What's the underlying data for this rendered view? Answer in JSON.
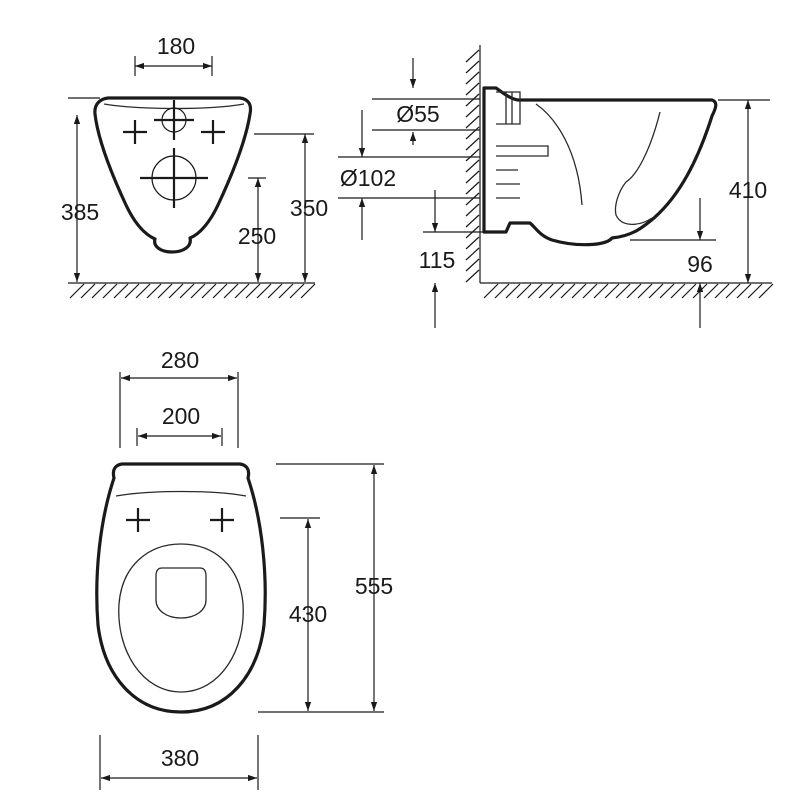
{
  "dimensions": {
    "d180": "180",
    "d385": "385",
    "d350": "350",
    "d250": "250",
    "d55": "Ø55",
    "d102": "Ø102",
    "d115": "115",
    "d410": "410",
    "d96": "96",
    "d280": "280",
    "d200": "200",
    "d555": "555",
    "d430": "430",
    "d380": "380"
  }
}
